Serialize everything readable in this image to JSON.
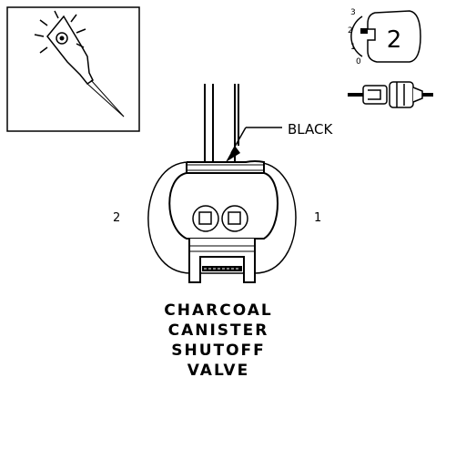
{
  "labels": {
    "wire_color": "BLACK",
    "pin_left": "2",
    "pin_right": "1"
  },
  "view_indicator": {
    "selected": "2",
    "scale": [
      "3",
      "2",
      "1",
      "0"
    ]
  },
  "component": {
    "title_lines": [
      "CHARCOAL",
      "CANISTER",
      "SHUTOFF",
      "VALVE"
    ]
  },
  "icons": [
    "probe-light-icon",
    "view-number-icon",
    "connector-side-icon"
  ],
  "colors": {
    "ink": "#000000",
    "background": "#ffffff"
  }
}
